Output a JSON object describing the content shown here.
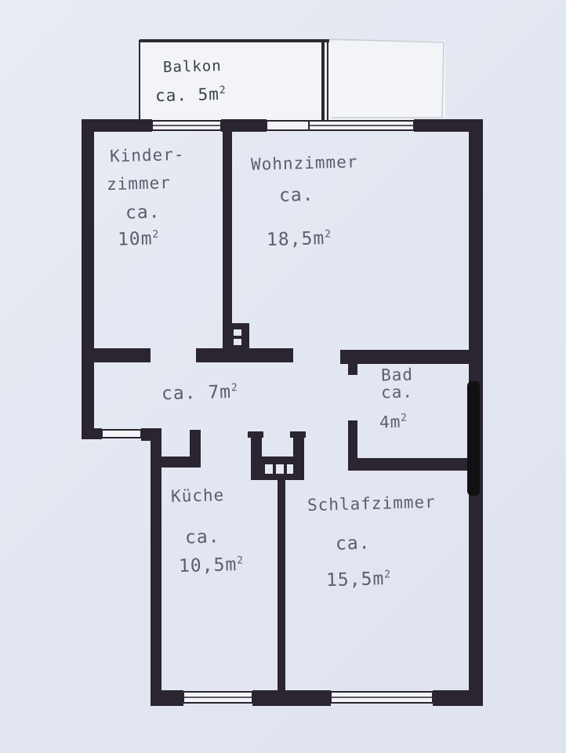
{
  "rooms": {
    "balkon": {
      "name": "Balkon",
      "size": "ca. 5m",
      "exp": "2"
    },
    "kinderzimmer": {
      "name_line1": "Kinder-",
      "name_line2": "zimmer",
      "ca": "ca.",
      "size": "10m",
      "exp": "2"
    },
    "wohnzimmer": {
      "name": "Wohnzimmer",
      "ca": "ca.",
      "size": "18,5m",
      "exp": "2"
    },
    "flur": {
      "size": "ca. 7m",
      "exp": "2"
    },
    "bad": {
      "name": "Bad",
      "ca": "ca.",
      "size": "4m",
      "exp": "2"
    },
    "kueche": {
      "name": "Küche",
      "ca": "ca.",
      "size": "10,5m",
      "exp": "2"
    },
    "schlafzimmer": {
      "name": "Schlafzimmer",
      "ca": "ca.",
      "size": "15,5m",
      "exp": "2"
    }
  },
  "colors": {
    "paper": "#e6e9f2",
    "wall": "#2a2530",
    "handwriting": "#5b5f6c",
    "balkon_text": "#3c3f4a"
  }
}
